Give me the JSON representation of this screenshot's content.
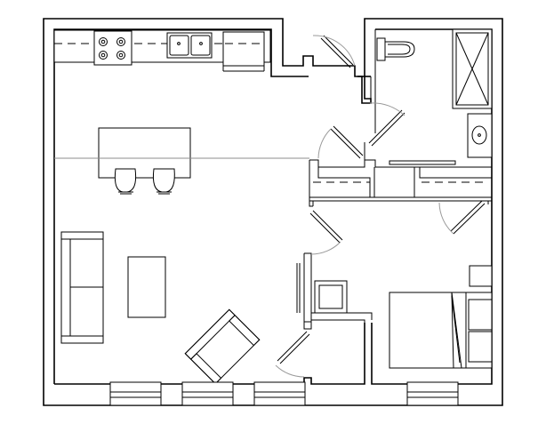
{
  "plan": {
    "type": "apartment floor plan",
    "rooms": [
      "kitchen",
      "living room",
      "bathroom",
      "bedroom",
      "closets"
    ],
    "colors": {
      "line": "#000000",
      "door_swing": "#9a9a9a",
      "background": "#ffffff"
    }
  }
}
